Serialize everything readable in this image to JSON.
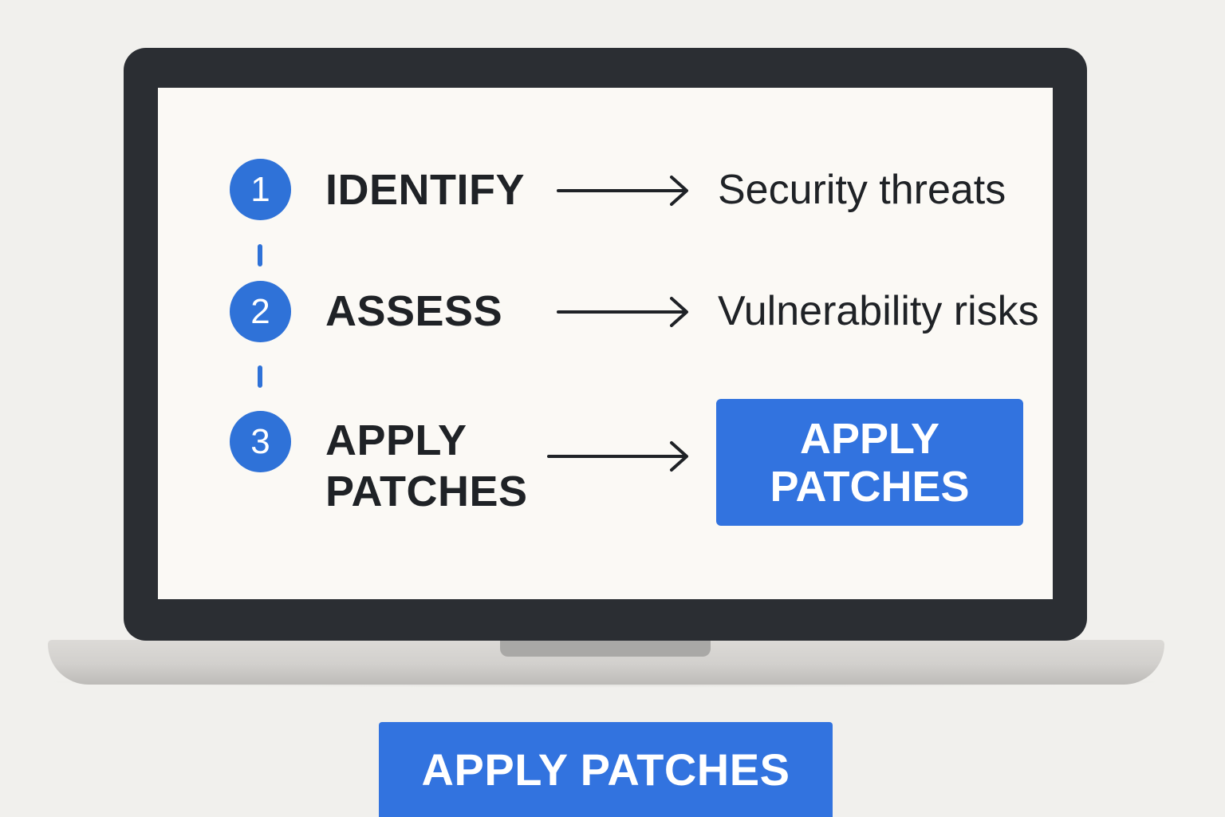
{
  "steps": [
    {
      "number": "1",
      "title": "IDENTIFY",
      "result": "Security threats"
    },
    {
      "number": "2",
      "title": "ASSESS",
      "result": "Vulnerability risks"
    },
    {
      "number": "3",
      "title_line1": "APPLY",
      "title_line2": "PATCHES"
    }
  ],
  "inline_button": {
    "line1": "APPLY",
    "line2": "PATCHES"
  },
  "bottom_button": {
    "label": "APPLY PATCHES"
  },
  "colors": {
    "accent": "#2f72d8",
    "button": "#3273df",
    "text": "#1f2226",
    "laptop_frame": "#2b2e33",
    "screen": "#fbf9f5",
    "background": "#f1f0ed"
  },
  "icons": {
    "arrow": "arrow-right-icon"
  }
}
